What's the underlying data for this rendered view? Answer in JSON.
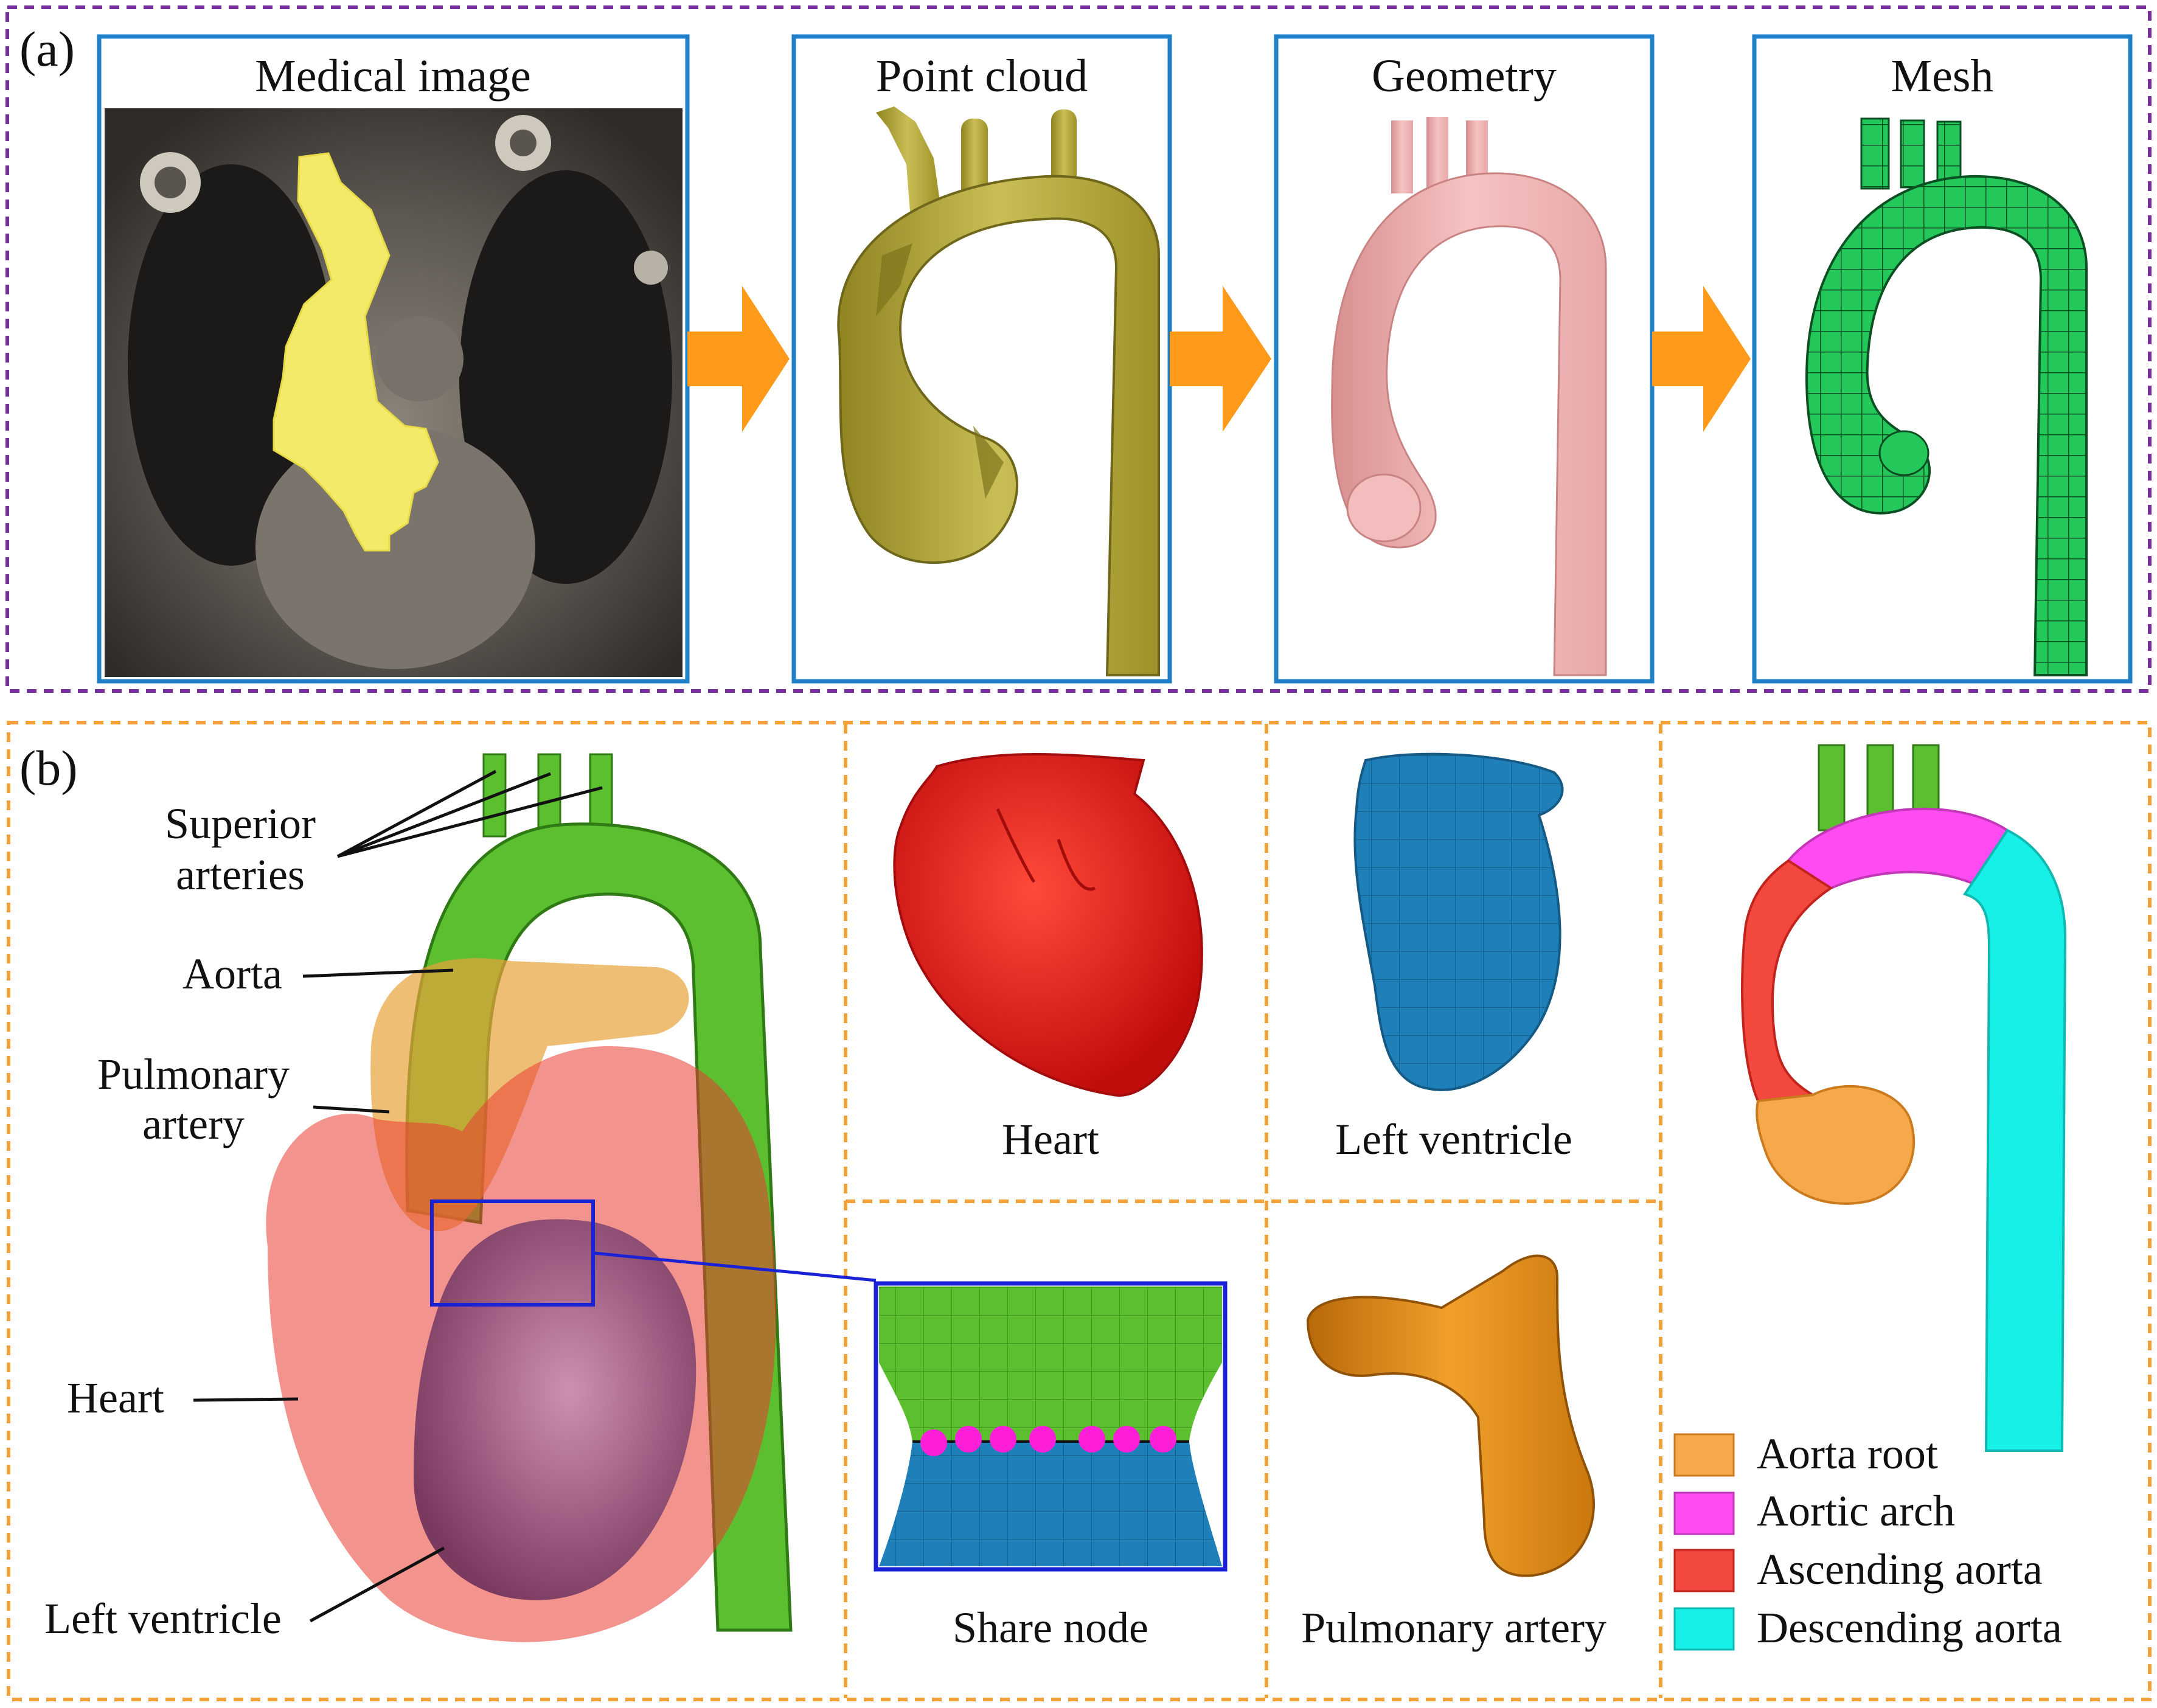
{
  "panel_a": {
    "label": "(a)",
    "steps": [
      {
        "title": "Medical image"
      },
      {
        "title": "Point cloud"
      },
      {
        "title": "Geometry"
      },
      {
        "title": "Mesh"
      }
    ]
  },
  "panel_b": {
    "label": "(b)",
    "annotations": {
      "superior_1": "Superior",
      "superior_2": "arteries",
      "aorta": "Aorta",
      "pulmonary_1": "Pulmonary",
      "pulmonary_2": "artery",
      "heart": "Heart",
      "left_ventricle": "Left ventricle"
    },
    "parts": {
      "heart": "Heart",
      "left_ventricle": "Left ventricle",
      "share_node": "Share node",
      "pulmonary_artery": "Pulmonary artery"
    },
    "legend": [
      {
        "label": "Aorta root",
        "color": "#f5a94b"
      },
      {
        "label": "Aortic arch",
        "color": "#ff4cf2"
      },
      {
        "label": "Ascending aorta",
        "color": "#f2483e"
      },
      {
        "label": "Descending aorta",
        "color": "#16f0e6"
      }
    ]
  },
  "colors": {
    "frame_a": "#7a2f9e",
    "frame_b": "#f2a13a",
    "step_border": "#1f7fc7",
    "arrow": "#ff9a1a",
    "mesh_green": "#24c75a",
    "aorta_green": "#4fb83a",
    "heart_red": "#e81b1b",
    "lv_blue": "#1f7fb8",
    "pa_orange": "#e08c12",
    "seg_yellow": "#f3ea6a",
    "share_dot": "#ff1fd8",
    "callout_blue": "#1a22d6"
  }
}
